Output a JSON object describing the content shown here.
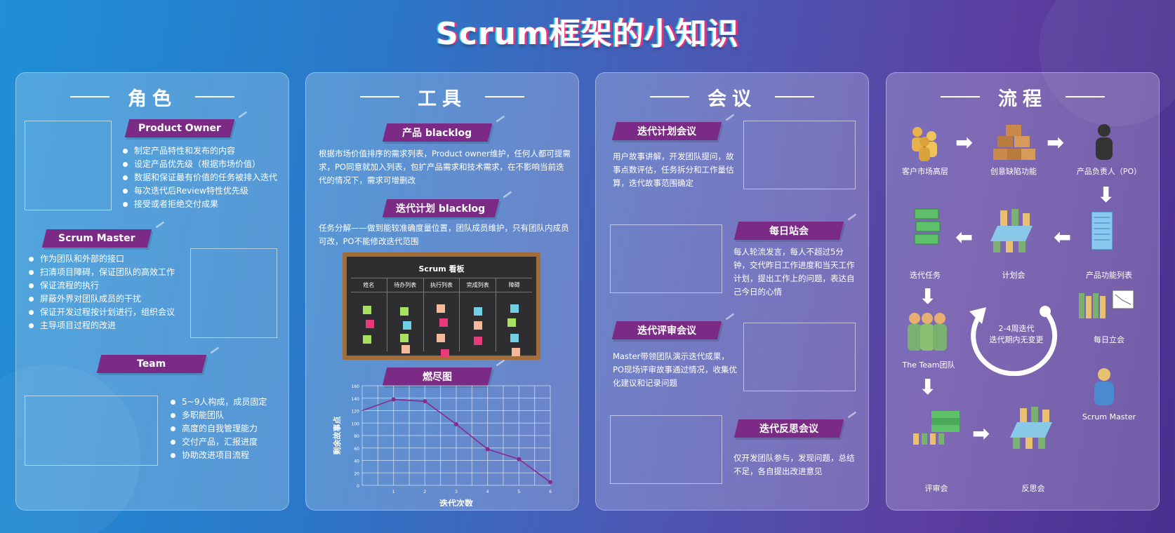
{
  "title": "Scrum框架的小知识",
  "roles": {
    "heading": "角色",
    "product_owner": {
      "label": "Product Owner",
      "items": [
        "制定产品特性和发布的内容",
        "设定产品优先级（根据市场价值）",
        "数据和保证最有价值的任务被排入迭代",
        "每次迭代后Review特性优先级",
        "接受或者拒绝交付成果"
      ]
    },
    "scrum_master": {
      "label": "Scrum Master",
      "items": [
        "作为团队和外部的接口",
        "扫清项目障碍，保证团队的高效工作",
        "保证流程的执行",
        "屏蔽外界对团队成员的干扰",
        "保证开发过程按计划进行，组织会议",
        "主导项目过程的改进"
      ]
    },
    "team": {
      "label": "Team",
      "items": [
        "5~9人构成，成员固定",
        "多职能团队",
        "高度的自我管理能力",
        "交付产品，汇报进度",
        "协助改进项目流程"
      ]
    }
  },
  "tools": {
    "heading": "工具",
    "product_backlog": {
      "label": "产品 blacklog",
      "text": "根据市场价值排序的需求列表，Product owner维护，任何人都可提需求，PO同意就加入列表，包扩产品需求和技术需求，在不影响当前迭代的情况下，需求可增删改"
    },
    "sprint_backlog": {
      "label": "迭代计划 blacklog",
      "text": "任务分解——做到能较准确度量位置，团队成员维护，只有团队内成员可改，PO不能修改迭代范围"
    },
    "kanban": {
      "title": "Scrum 看板",
      "columns": [
        "姓名",
        "待办列表",
        "执行列表",
        "完成列表",
        "障碍"
      ]
    },
    "burndown": {
      "label": "燃尽图",
      "xlabel": "迭代次数",
      "ylabel": "剩余故事点"
    }
  },
  "meetings": {
    "heading": "会议",
    "planning": {
      "label": "迭代计划会议",
      "text": "用户故事讲解，开发团队提问，故事点数评估，任务拆分和工作量估算，迭代故事范围确定"
    },
    "daily": {
      "label": "每日站会",
      "text": "每人轮流发言，每人不超过5分钟，交代昨日工作进度和当天工作计划，提出工作上的问题，表达自己今日的心情"
    },
    "review": {
      "label": "迭代评审会议",
      "text": "Master带领团队演示迭代成果，PO现场评审故事通过情况，收集优化建议和记录问题"
    },
    "retro": {
      "label": "迭代反思会议",
      "text": "仅开发团队参与，发现问题，总结不足，各自提出改进意见"
    }
  },
  "process": {
    "heading": "流程",
    "labels": {
      "market": "客户市场高层",
      "features": "创意缺陷功能",
      "po": "产品负责人（PO）",
      "sprint_tasks": "迭代任务",
      "planning": "计划会",
      "product_list": "产品功能列表",
      "daily": "每日立会",
      "team": "The Team团队",
      "scrum_master": "Scrum Master",
      "review": "评审会",
      "retro": "反思会",
      "cycle_line1": "2-4周迭代",
      "cycle_line2": "迭代期内无变更"
    }
  },
  "colors": {
    "ribbon": "#7b2a86",
    "line": "#8a2a8c"
  },
  "chart_data": {
    "type": "line",
    "title": "",
    "xlabel": "迭代次数",
    "ylabel": "剩余故事点",
    "x": [
      0,
      1,
      2,
      3,
      4,
      5,
      6
    ],
    "y": [
      120,
      138,
      135,
      98,
      58,
      42,
      5
    ],
    "xlim": [
      0,
      6
    ],
    "ylim": [
      0,
      160
    ],
    "xticks": [
      "",
      "1",
      "2",
      "3",
      "4",
      "5",
      "6"
    ],
    "yticks": [
      "0",
      "20",
      "40",
      "60",
      "80",
      "100",
      "120",
      "140",
      "160"
    ],
    "grid": true,
    "series": [
      {
        "values": [
          120,
          138,
          135,
          98,
          58,
          42,
          5
        ]
      }
    ]
  }
}
